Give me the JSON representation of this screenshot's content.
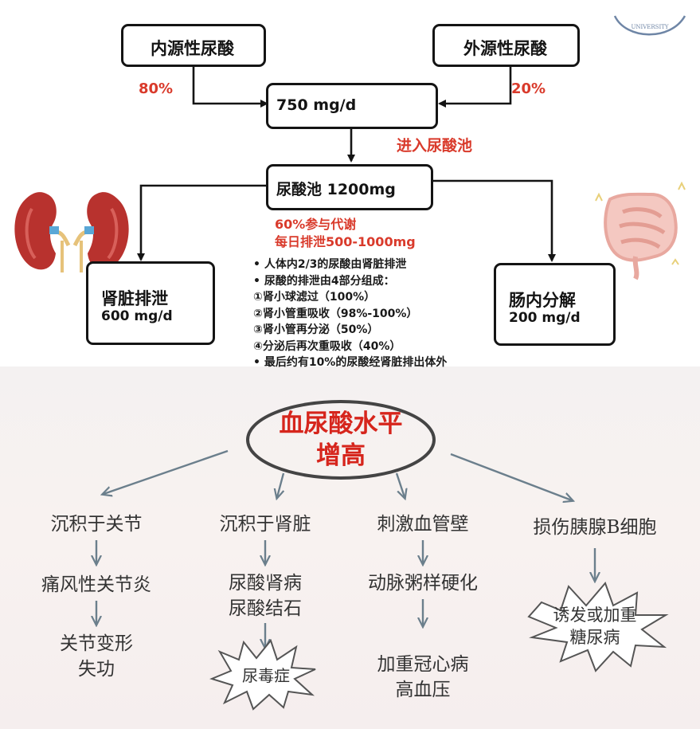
{
  "top_diagram": {
    "endogenous": "内源性尿酸",
    "exogenous": "外源性尿酸",
    "pct_endogenous": "80%",
    "pct_exogenous": "20%",
    "daily_amount": "750 mg/d",
    "enter_pool": "进入尿酸池",
    "pool": "尿酸池 1200mg",
    "metabolism": "60%参与代谢",
    "daily_excretion": "每日排泄500-1000mg",
    "kidney_title": "肾脏排泄",
    "kidney_amount": "600 mg/d",
    "gut_title": "肠内分解",
    "gut_amount": "200 mg/d",
    "notes": [
      "•      人体内2/3的尿酸由肾脏排泄",
      "•      尿酸的排泄由4部分组成：",
      "①肾小球滤过（100%）",
      "②肾小管重吸收（98%-100%）",
      "③肾小管再分泌（50%）",
      "④分泌后再次重吸收（40%）",
      "•      最后约有10%的尿酸经肾脏排出体外"
    ],
    "logo_text": "UNIVERSITY"
  },
  "bottom_diagram": {
    "center_line1": "血尿酸水平",
    "center_line2": "增高",
    "branches": [
      {
        "title": "沉积于关节",
        "step1": "痛风性关节炎",
        "step2a": "关节变形",
        "step2b": "失功"
      },
      {
        "title": "沉积于肾脏",
        "step1a": "尿酸肾病",
        "step1b": "尿酸结石",
        "burst": "尿毒症"
      },
      {
        "title": "刺激血管壁",
        "step1": "动脉粥样硬化",
        "step2a": "加重冠心病",
        "step2b": "高血压"
      },
      {
        "title": "损伤胰腺B细胞",
        "burst_line1": "诱发或加重",
        "burst_line2": "糖尿病"
      }
    ]
  },
  "colors": {
    "accent_red": "#d93a2b",
    "hand_red": "#d6251c",
    "ink": "#141414",
    "kidney": "#b8322e",
    "intestine": "#f0b4ad"
  }
}
